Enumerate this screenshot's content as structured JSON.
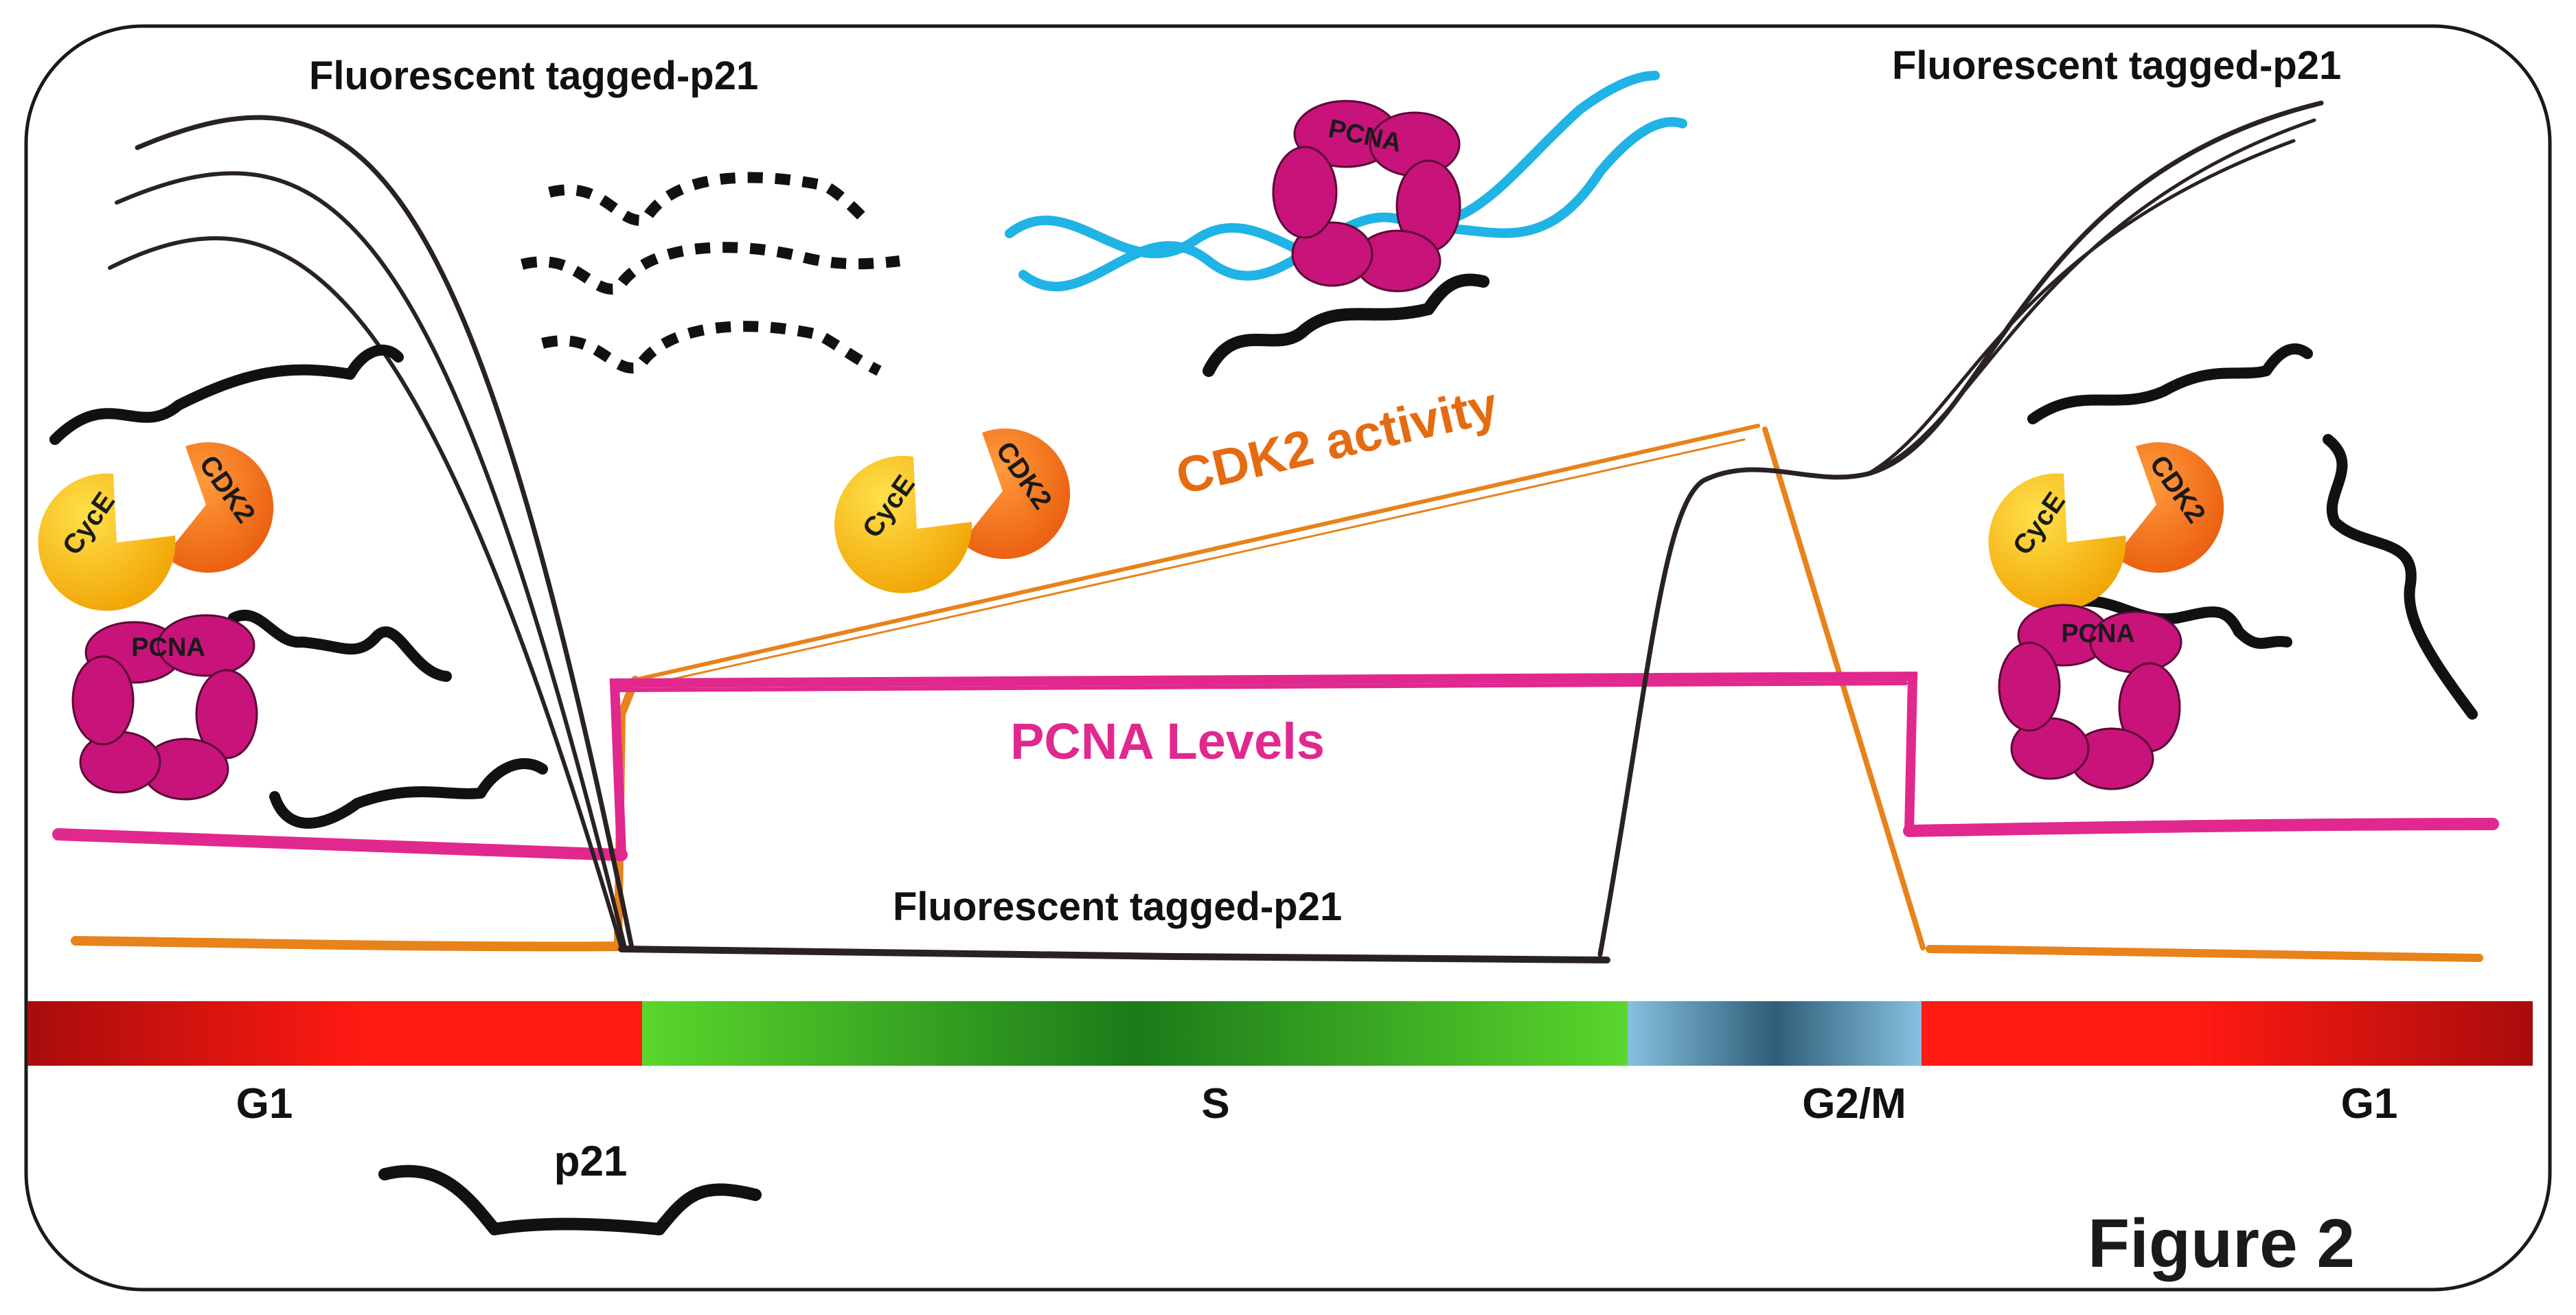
{
  "figure": {
    "label": "Figure 2",
    "labels": {
      "p21_top_left": "Fluorescent tagged-p21",
      "p21_top_right": "Fluorescent tagged-p21",
      "p21_bottom": "Fluorescent tagged-p21",
      "cdk2_activity": "CDK2 activity",
      "pcna_levels": "PCNA Levels",
      "p21_legend": "p21"
    },
    "proteins": {
      "cyce": "CycE",
      "cdk2": "CDK2",
      "pcna": "PCNA"
    },
    "phases": [
      "G1",
      "S",
      "G2/M",
      "G1"
    ]
  },
  "colors": {
    "p21_line": "#2a2222",
    "pcna_line": "#e0288f",
    "cdk2_line": "#e8821a",
    "dna": "#1fb3e6",
    "pcna_ring": "#c8137a",
    "cyce": "#f7b500",
    "cdk2": "#f26a12",
    "g1_bar": "#ff1a12",
    "s_bar": "#4fd12a",
    "g2m_bar": "#7fb8d8"
  }
}
